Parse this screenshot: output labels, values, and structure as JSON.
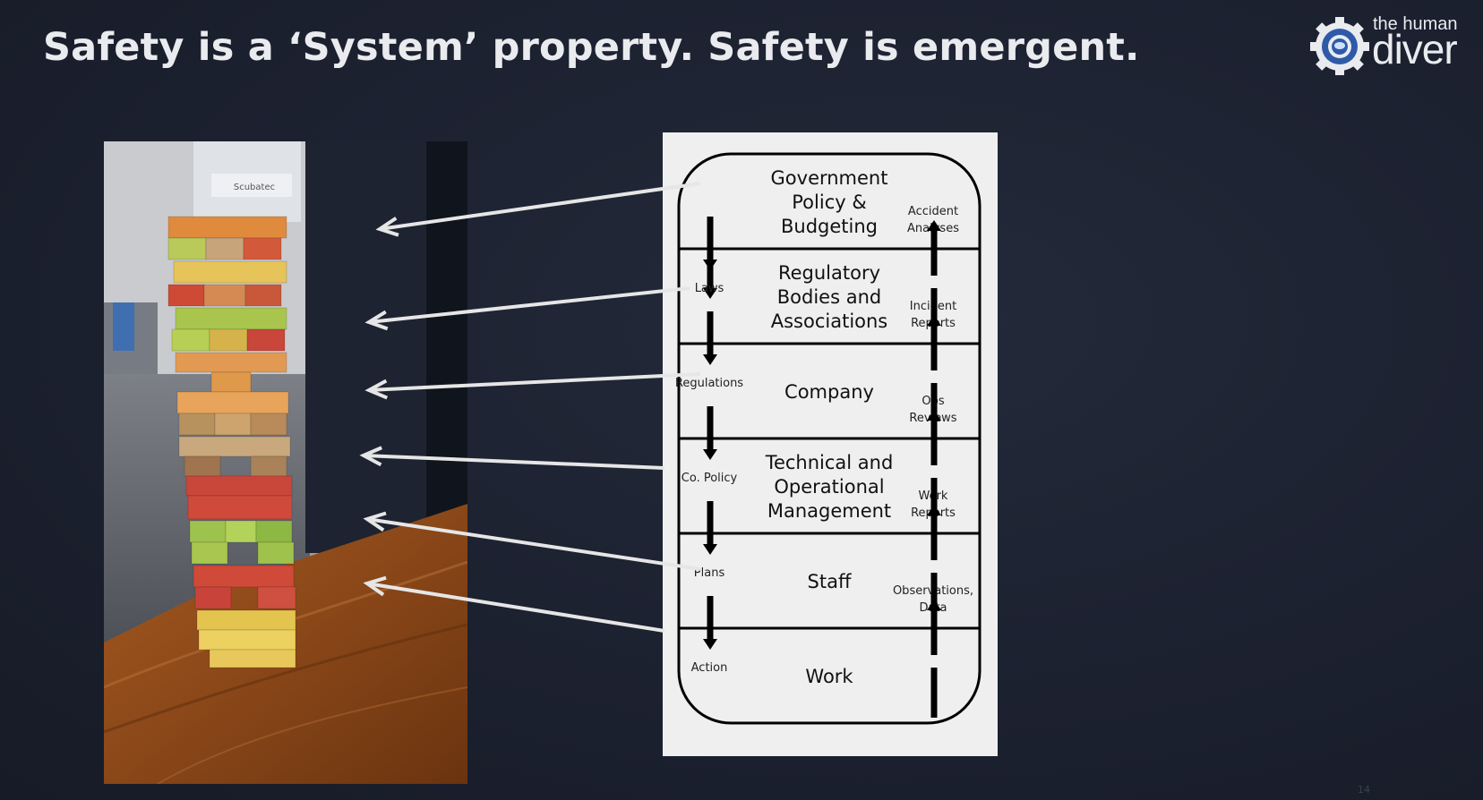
{
  "slide": {
    "title": "Safety is a ‘System’ property. Safety is emergent.",
    "page_number": "14"
  },
  "logo": {
    "line1": "the human",
    "line2": "diver",
    "icon": "diver-helmet-gear-icon"
  },
  "photo": {
    "subject": "jenga-tower-photo",
    "sign_text": "Scubatec"
  },
  "diagram": {
    "levels": [
      {
        "name": "Government Policy & Budgeting",
        "lines": [
          "Government",
          "Policy &",
          "Budgeting"
        ],
        "down_label": "",
        "up_label_lines": [
          "Accident",
          "Analyses"
        ]
      },
      {
        "name": "Regulatory Bodies and Associations",
        "lines": [
          "Regulatory",
          "Bodies and",
          "Associations"
        ],
        "down_label": "Laws",
        "up_label_lines": [
          "Incident",
          "Reports"
        ]
      },
      {
        "name": "Company",
        "lines": [
          "Company"
        ],
        "down_label": "Regulations",
        "up_label_lines": [
          "Ops",
          "Reviews"
        ]
      },
      {
        "name": "Technical and Operational Management",
        "lines": [
          "Technical and",
          "Operational",
          "Management"
        ],
        "down_label": "Co. Policy",
        "up_label_lines": [
          "Work",
          "Reports"
        ]
      },
      {
        "name": "Staff",
        "lines": [
          "Staff"
        ],
        "down_label": "Plans",
        "up_label_lines": [
          "Observations,",
          "Data"
        ]
      },
      {
        "name": "Work",
        "lines": [
          "Work"
        ],
        "down_label": "Action",
        "up_label_lines": []
      }
    ]
  },
  "colors": {
    "background": "#1c2130",
    "title": "#e9ebef",
    "arrow": "#e6e6e6",
    "diagram_bg": "#efefef"
  }
}
